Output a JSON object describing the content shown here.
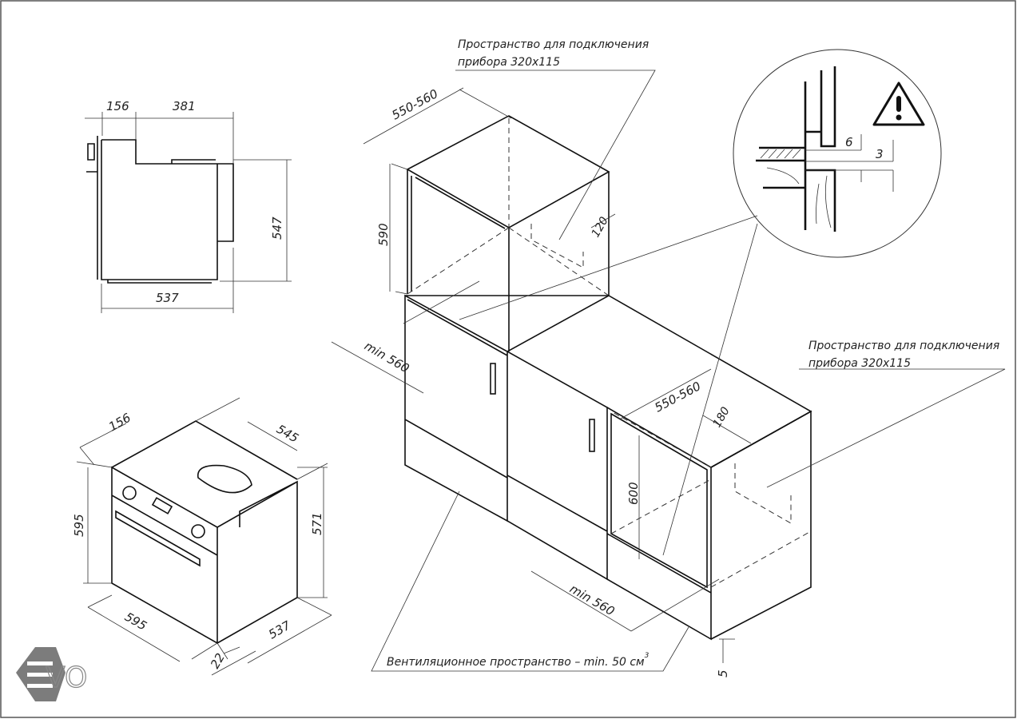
{
  "labels": {
    "connection_space_line1": "Пространство для подключения",
    "connection_space_line2": "прибора 320x115",
    "connection_space2_line1": "Пространство для подключения",
    "connection_space2_line2": "прибора 320x115",
    "ventilation": "Вентиляционное пространство – min. 50 см",
    "ventilation_sup": "3"
  },
  "dimensions": {
    "upper_depth": "550-560",
    "upper_height": "590",
    "upper_offset": "120",
    "upper_width": "min 560",
    "lower_depth": "550-560",
    "lower_offset": "180",
    "lower_height": "600",
    "lower_width": "min 560",
    "plinth_gap": "5",
    "side_panel": "156",
    "side_body": "381",
    "side_height": "547",
    "side_depth": "537",
    "iso_panel": "156",
    "iso_depth_top": "545",
    "iso_height": "595",
    "iso_body_height": "571",
    "iso_width": "595",
    "iso_depth": "537",
    "iso_door": "22",
    "detail_gap_6": "6",
    "detail_gap_3": "3"
  },
  "logo": "EVO",
  "icons": [
    "warning-icon"
  ]
}
